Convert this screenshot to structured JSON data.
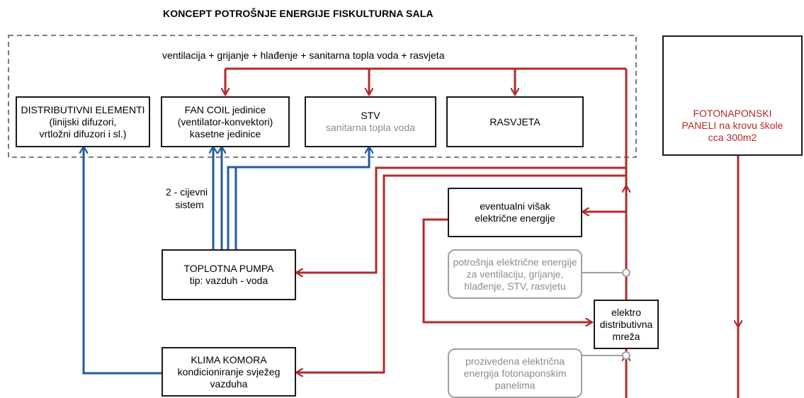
{
  "title": "KONCEPT POTROŠNJE ENERGIJE FISKULTURNA SALA",
  "group_label": "ventilacija + grijanje + hlađenje + sanitarna topla voda + rasvjeta",
  "boxes": {
    "distributivni": {
      "line1": "DISTRIBUTIVNI ELEMENTI",
      "line2": "(linijski difuzori,",
      "line3": "vrtložni difuzori i sl.)"
    },
    "fan_coil": {
      "line1": "FAN COIL jedinice",
      "line2": "(ventilator-konvektori)",
      "line3": "kasetne jedinice"
    },
    "stv": {
      "line1": "STV",
      "line2": "sanitarna topla voda"
    },
    "rasvjeta": {
      "line1": "RASVJETA"
    },
    "fotonaponski": {
      "line1": "FOTONAPONSKI",
      "line2": "PANELI na krovu škole",
      "line3": "cca 300m2"
    },
    "visak": {
      "line1": "eventualni višak",
      "line2": "električne energije"
    },
    "potrosnja": {
      "line1": "potrošnja električne energije",
      "line2": "za ventilaciju, grijanje,",
      "line3": "hlađenje, STV, rasvjetu"
    },
    "toplotna": {
      "line1": "TOPLOTNA PUMPA",
      "line2": "tip: vazduh - voda"
    },
    "elektro": {
      "line1": "elektro",
      "line2": "distributivna",
      "line3": "mreža"
    },
    "klima": {
      "line1": "KLIMA KOMORA",
      "line2": "kondicioniranje svježeg",
      "line3": "vazduha"
    },
    "proizvedena": {
      "line1": "prozivedena električna",
      "line2": "energija fotonaponskim",
      "line3": "panelima"
    }
  },
  "pipe_label": {
    "line1": "2 - cijevni",
    "line2": "sistem"
  },
  "colors": {
    "electric": "#b22a27",
    "water": "#1f5b9f",
    "info": "#a0a0a0",
    "frame": "#1a1a1a"
  }
}
